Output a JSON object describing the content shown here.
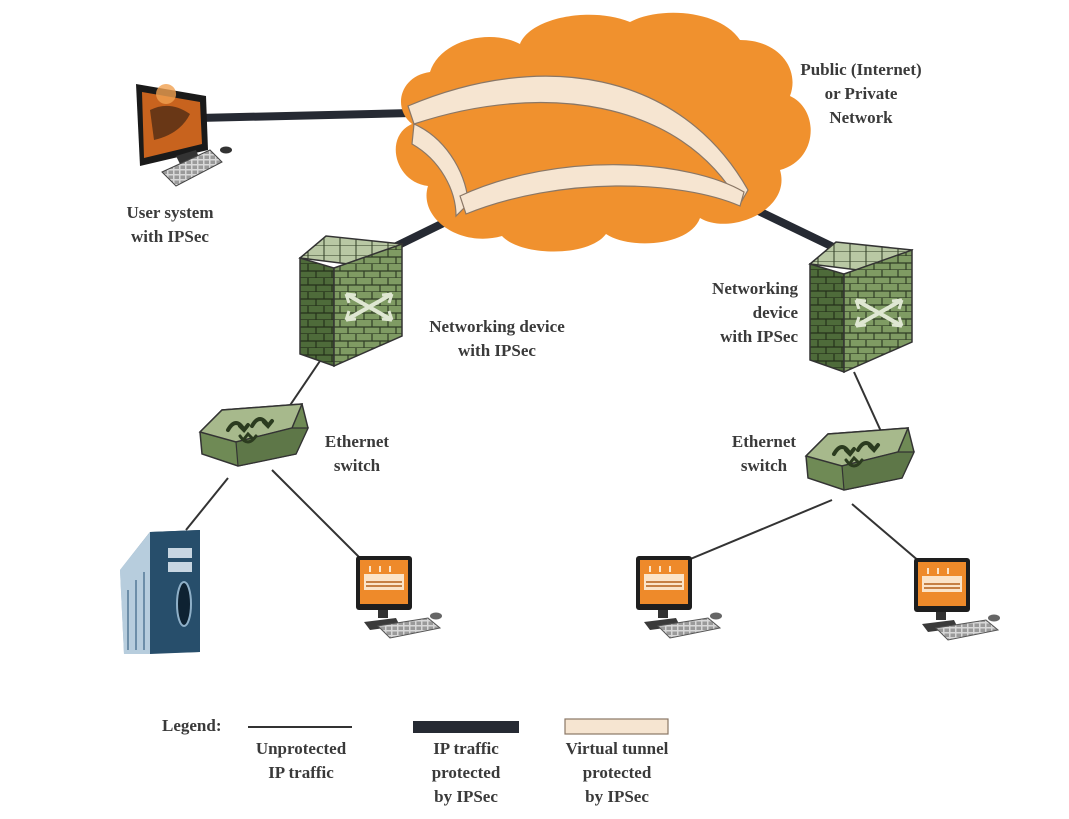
{
  "labels": {
    "cloud": [
      "Public (Internet)",
      "or Private",
      "Network"
    ],
    "user_system": [
      "User system",
      "with IPSec"
    ],
    "netdev_left": [
      "Networking device",
      "with IPSec"
    ],
    "netdev_right": [
      "Networking",
      "device",
      "with IPSec"
    ],
    "switch_left": [
      "Ethernet",
      "switch"
    ],
    "switch_right": [
      "Ethernet",
      "switch"
    ]
  },
  "legend": {
    "title": "Legend:",
    "items": [
      {
        "label": [
          "Unprotected",
          "IP traffic"
        ]
      },
      {
        "label": [
          "IP traffic",
          "protected",
          "by IPSec"
        ]
      },
      {
        "label": [
          "Virtual tunnel",
          "protected",
          "by IPSec"
        ]
      }
    ]
  },
  "colors": {
    "cloud": "#f0912e",
    "tunnel": "#f6e5d1",
    "protected_line": "#262a33",
    "device_green": "#8aa06c",
    "monitor_orange": "#ee8a2a"
  }
}
